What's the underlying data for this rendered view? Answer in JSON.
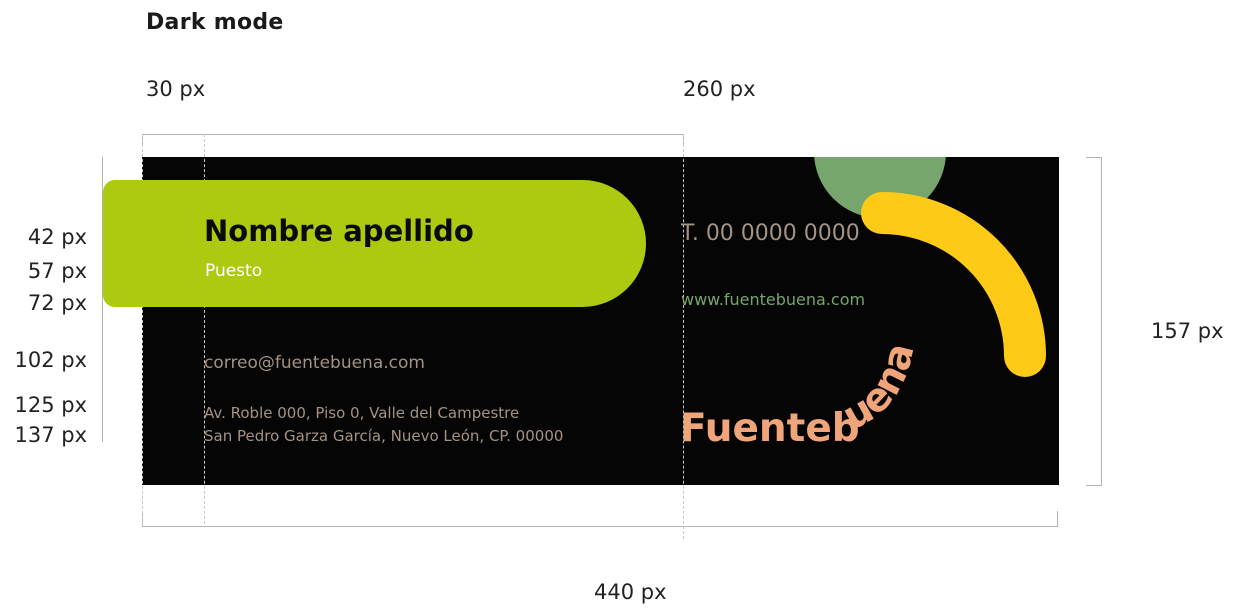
{
  "heading": "Dark mode",
  "dimensions": {
    "top_left": "30 px",
    "top_right": "260 px",
    "bottom": "440 px",
    "right": "157 px",
    "left": [
      "42 px",
      "57 px",
      "72 px",
      "102 px",
      "125 px",
      "137 px"
    ]
  },
  "card": {
    "name": "Nombre apellido",
    "position": "Puesto",
    "phone": "T. 00 0000 0000",
    "website": "www.fuentebuena.com",
    "email": "correo@fuentebuena.com",
    "address_line1": "Av. Roble 000, Piso 0,  Valle del Campestre",
    "address_line2": "San Pedro Garza García, Nuevo León, CP. 00000",
    "logo_straight": "Fuenteb",
    "logo_arc": "uena"
  },
  "colors": {
    "card_background": "#050505",
    "banner_green": "#adc910",
    "sage_green": "#76a56d",
    "yellow_arc": "#fdca17",
    "logo_orange": "#f0a47a",
    "taupe_text": "#a39383"
  }
}
